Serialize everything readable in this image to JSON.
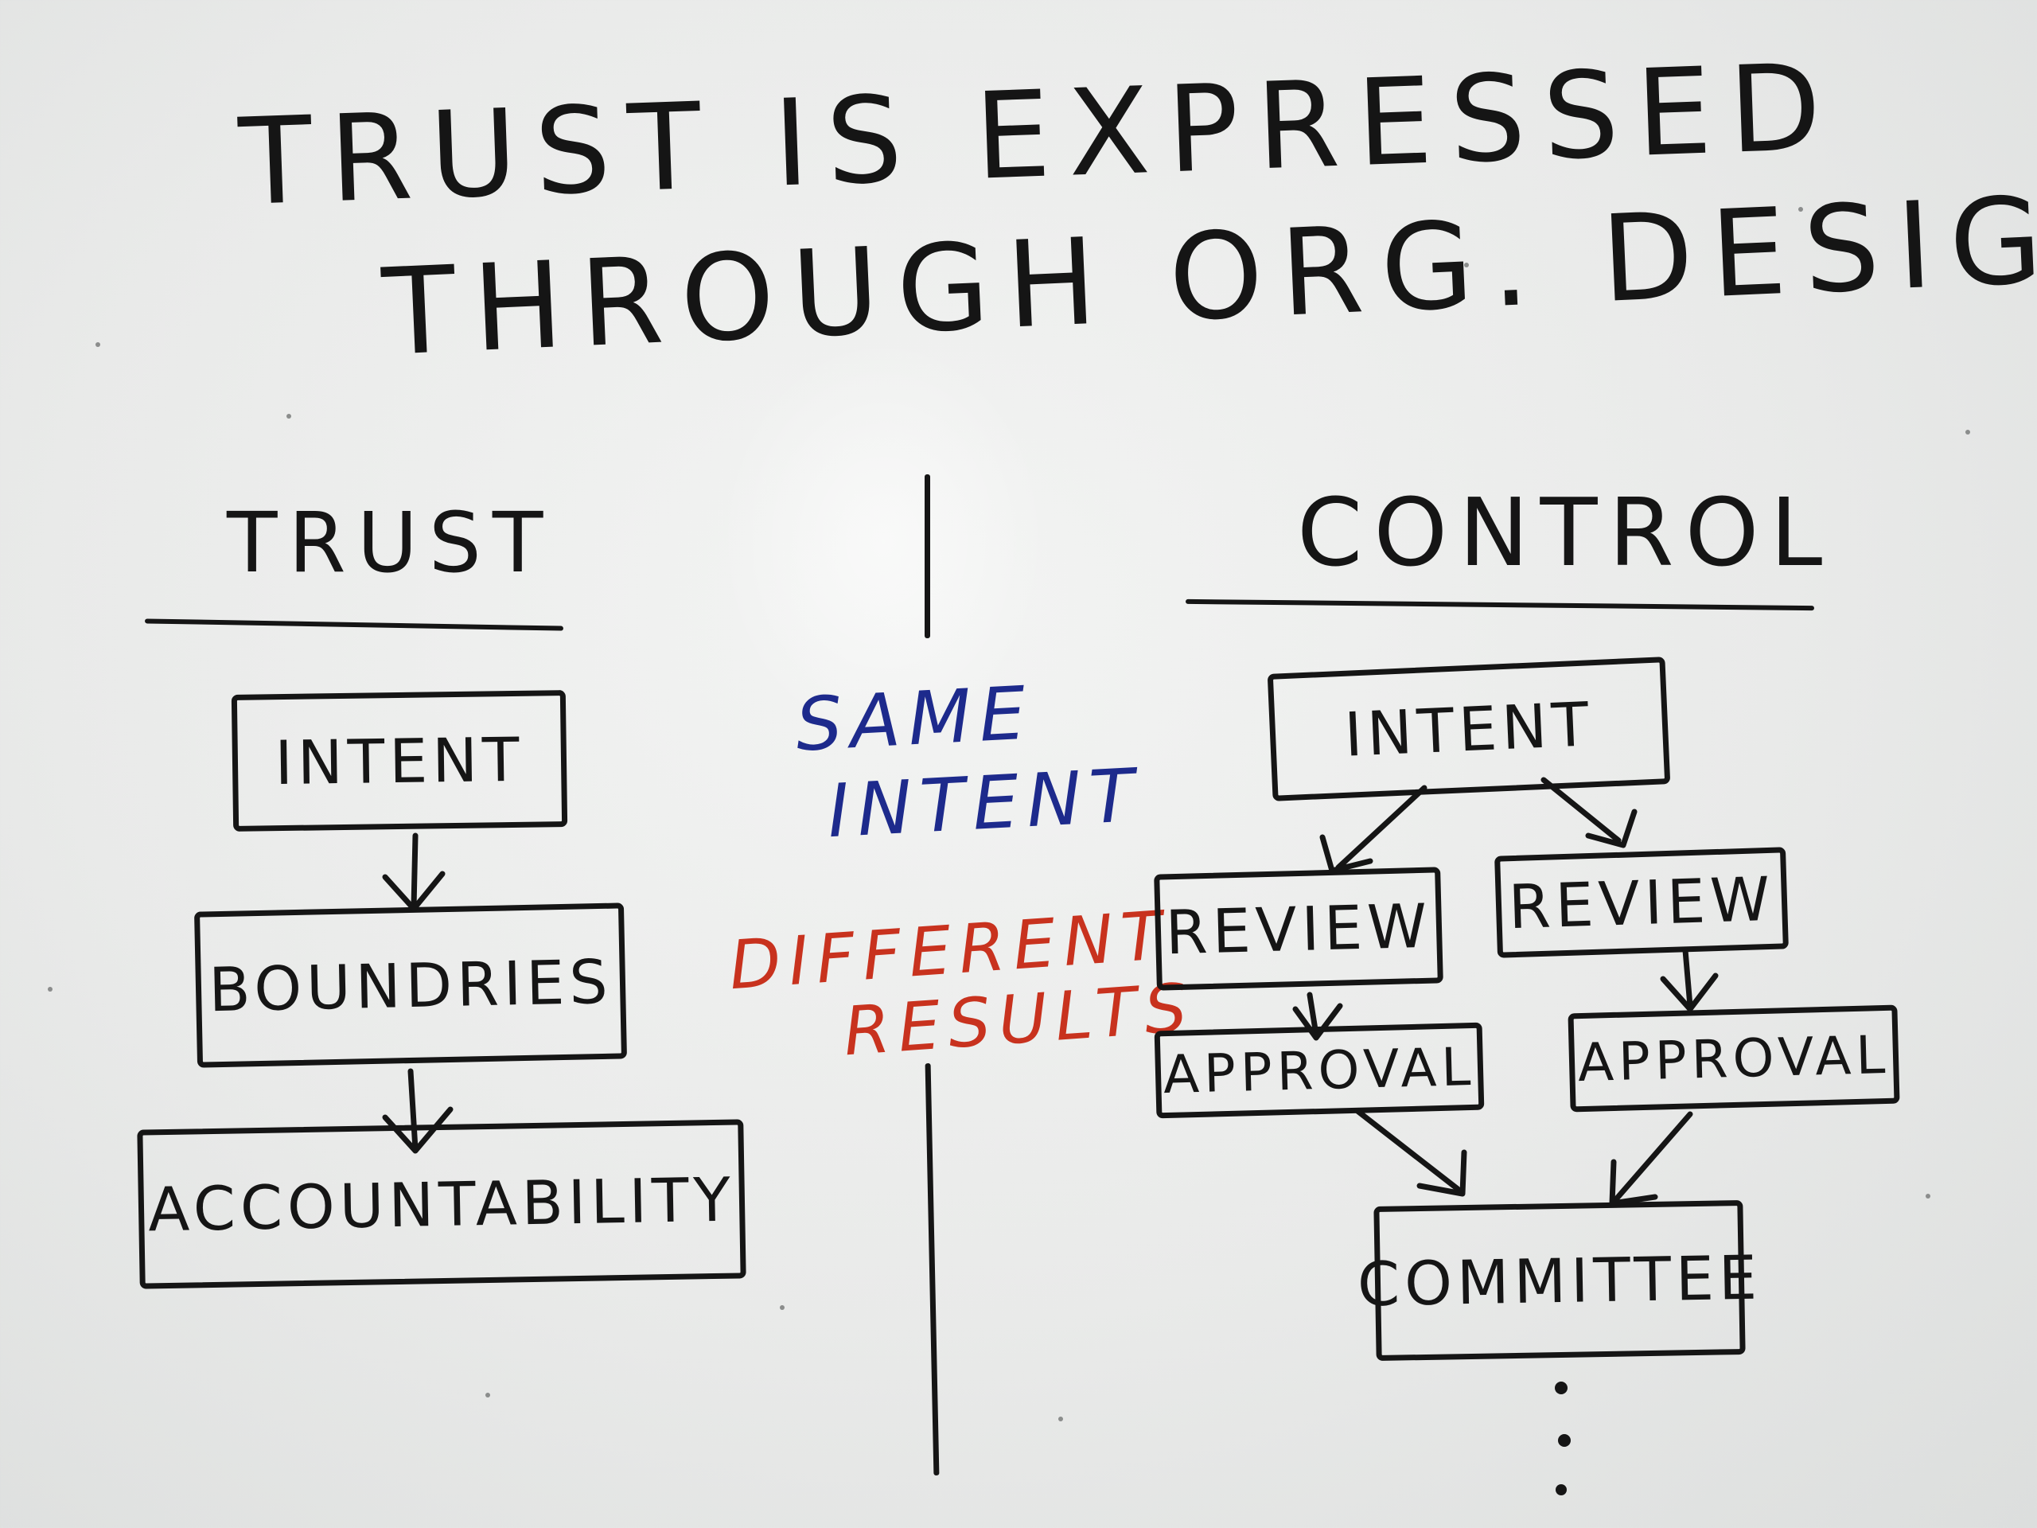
{
  "title": {
    "line1": "Trust is expressed",
    "line2": "through org. design"
  },
  "trust": {
    "heading": "Trust",
    "boxes": [
      "Intent",
      "Boundries",
      "Accountability"
    ]
  },
  "middle": {
    "blue_line1": "Same",
    "blue_line2": "Intent",
    "red_line1": "Different",
    "red_line2": "Results"
  },
  "control": {
    "heading": "Control",
    "intent": "Intent",
    "review_left": "Review",
    "review_right": "Review",
    "approval_left": "Approval",
    "approval_right": "Approval",
    "committee": "Committee"
  },
  "colors": {
    "ink_black": "#151515",
    "ink_blue": "#1d2a8c",
    "ink_red": "#c8321e",
    "board": "#eceded"
  }
}
